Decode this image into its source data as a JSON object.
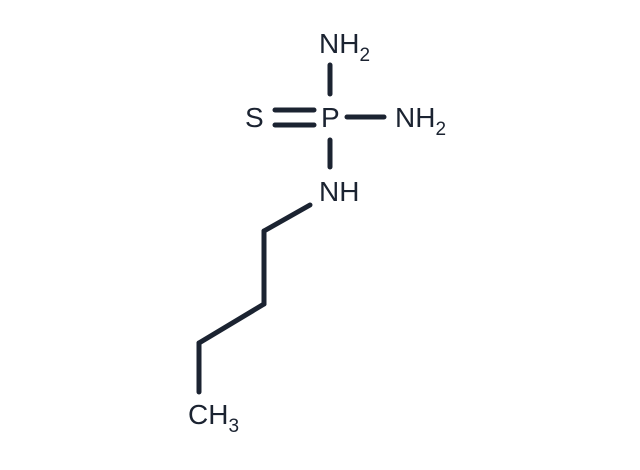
{
  "molecule": {
    "atoms": {
      "nh2_top": {
        "main": "NH",
        "sub": "2"
      },
      "sulfur": {
        "main": "S"
      },
      "phosphorus": {
        "main": "P"
      },
      "nh2_right": {
        "main": "NH",
        "sub": "2"
      },
      "nh": {
        "main": "NH"
      },
      "ch3": {
        "main": "CH",
        "sub": "3"
      }
    },
    "bonds": [
      {
        "from": "phosphorus",
        "to": "sulfur",
        "order": 2
      },
      {
        "from": "phosphorus",
        "to": "nh2_top",
        "order": 1
      },
      {
        "from": "phosphorus",
        "to": "nh2_right",
        "order": 1
      },
      {
        "from": "phosphorus",
        "to": "nh",
        "order": 1
      },
      {
        "from": "nh",
        "to": "c1",
        "order": 1
      },
      {
        "from": "c1",
        "to": "c2",
        "order": 1
      },
      {
        "from": "c2",
        "to": "c3",
        "order": 1
      },
      {
        "from": "c3",
        "to": "ch3",
        "order": 1
      }
    ],
    "colors": {
      "ink": "#1b2331",
      "background": "#ffffff"
    }
  }
}
